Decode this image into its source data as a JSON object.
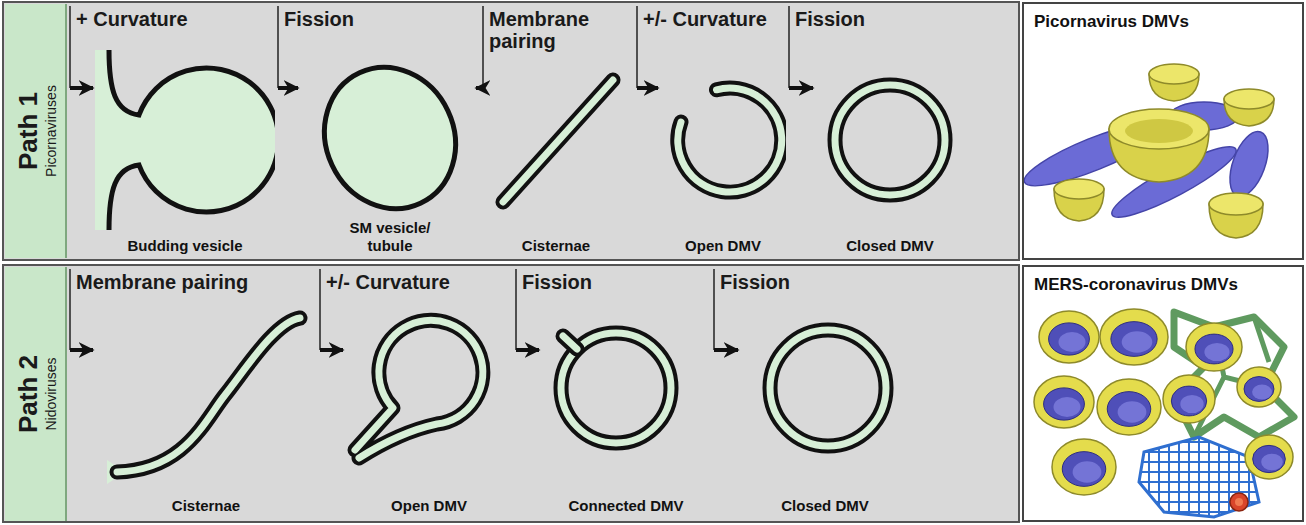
{
  "diagram": {
    "nodes": [
      {
        "text": [
          "Path 1",
          "Picornaviruses"
        ]
      },
      {
        "text": [
          "Budding vesicle"
        ]
      },
      {
        "text": [
          "SM vesicle/ tubule"
        ]
      },
      {
        "text": [
          "Cisternae"
        ]
      },
      {
        "text": [
          "Open DMV"
        ]
      },
      {
        "text": [
          "Closed DMV"
        ]
      },
      {
        "text": [
          "Picornavirus DMVs"
        ]
      },
      {
        "text": [
          "Path 2",
          "Nidoviruses"
        ]
      },
      {
        "text": [
          "Cisternae"
        ]
      },
      {
        "text": [
          "Open DMV"
        ]
      },
      {
        "text": [
          "Connected DMV"
        ]
      },
      {
        "text": [
          "Closed DMV"
        ]
      },
      {
        "text": [
          "MERS-coronavirus DMVs"
        ]
      }
    ],
    "edges": [
      {
        "from": 0,
        "to": 1,
        "arrow": "to",
        "label": "+ Curvature"
      },
      {
        "from": 1,
        "to": 2,
        "arrow": "to",
        "label": "Fission"
      },
      {
        "from": 2,
        "to": 3,
        "arrow": "to",
        "label": "Membrane pairing"
      },
      {
        "from": 3,
        "to": 4,
        "arrow": "to",
        "label": "+/- Curvature"
      },
      {
        "from": 4,
        "to": 5,
        "arrow": "to",
        "label": "Fission"
      },
      {
        "from": 7,
        "to": 8,
        "arrow": "to",
        "label": "Membrane pairing"
      },
      {
        "from": 8,
        "to": 9,
        "arrow": "to",
        "label": "+/- Curvature"
      },
      {
        "from": 9,
        "to": 10,
        "arrow": "to",
        "label": "Fission"
      },
      {
        "from": 10,
        "to": 11,
        "arrow": "to",
        "label": "Fission"
      }
    ]
  }
}
